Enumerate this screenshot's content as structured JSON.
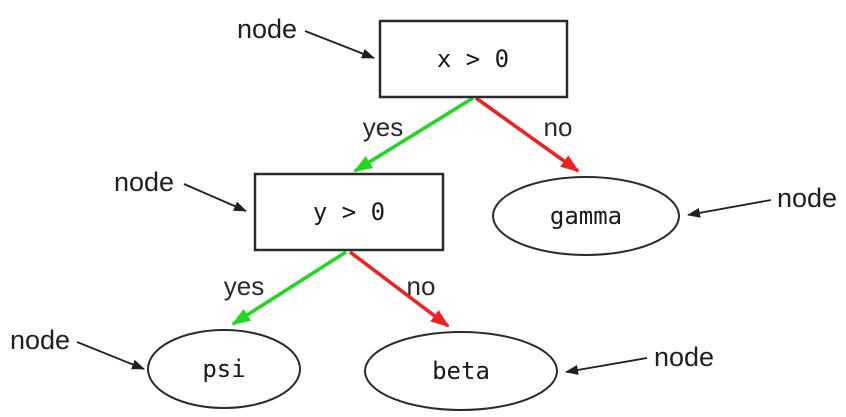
{
  "diagram": {
    "type": "decision-tree",
    "colors": {
      "yes_edge": "#24d624",
      "no_edge": "#ee2222",
      "outline": "#2b2b2b",
      "text": "#1a1a1a"
    },
    "nodes": {
      "root": {
        "label": "x > 0",
        "shape": "box"
      },
      "internal": {
        "label": "y > 0",
        "shape": "box"
      },
      "gamma": {
        "label": "gamma",
        "shape": "ellipse"
      },
      "psi": {
        "label": "psi",
        "shape": "ellipse"
      },
      "beta": {
        "label": "beta",
        "shape": "ellipse"
      }
    },
    "edges": {
      "root_yes": {
        "label": "yes",
        "from": "x > 0",
        "to": "y > 0"
      },
      "root_no": {
        "label": "no",
        "from": "x > 0",
        "to": "gamma"
      },
      "internal_yes": {
        "label": "yes",
        "from": "y > 0",
        "to": "psi"
      },
      "internal_no": {
        "label": "no",
        "from": "y > 0",
        "to": "beta"
      }
    },
    "annotations": {
      "root": {
        "label": "node"
      },
      "internal": {
        "label": "node"
      },
      "gamma": {
        "label": "node"
      },
      "psi": {
        "label": "node"
      },
      "beta": {
        "label": "node"
      }
    }
  }
}
